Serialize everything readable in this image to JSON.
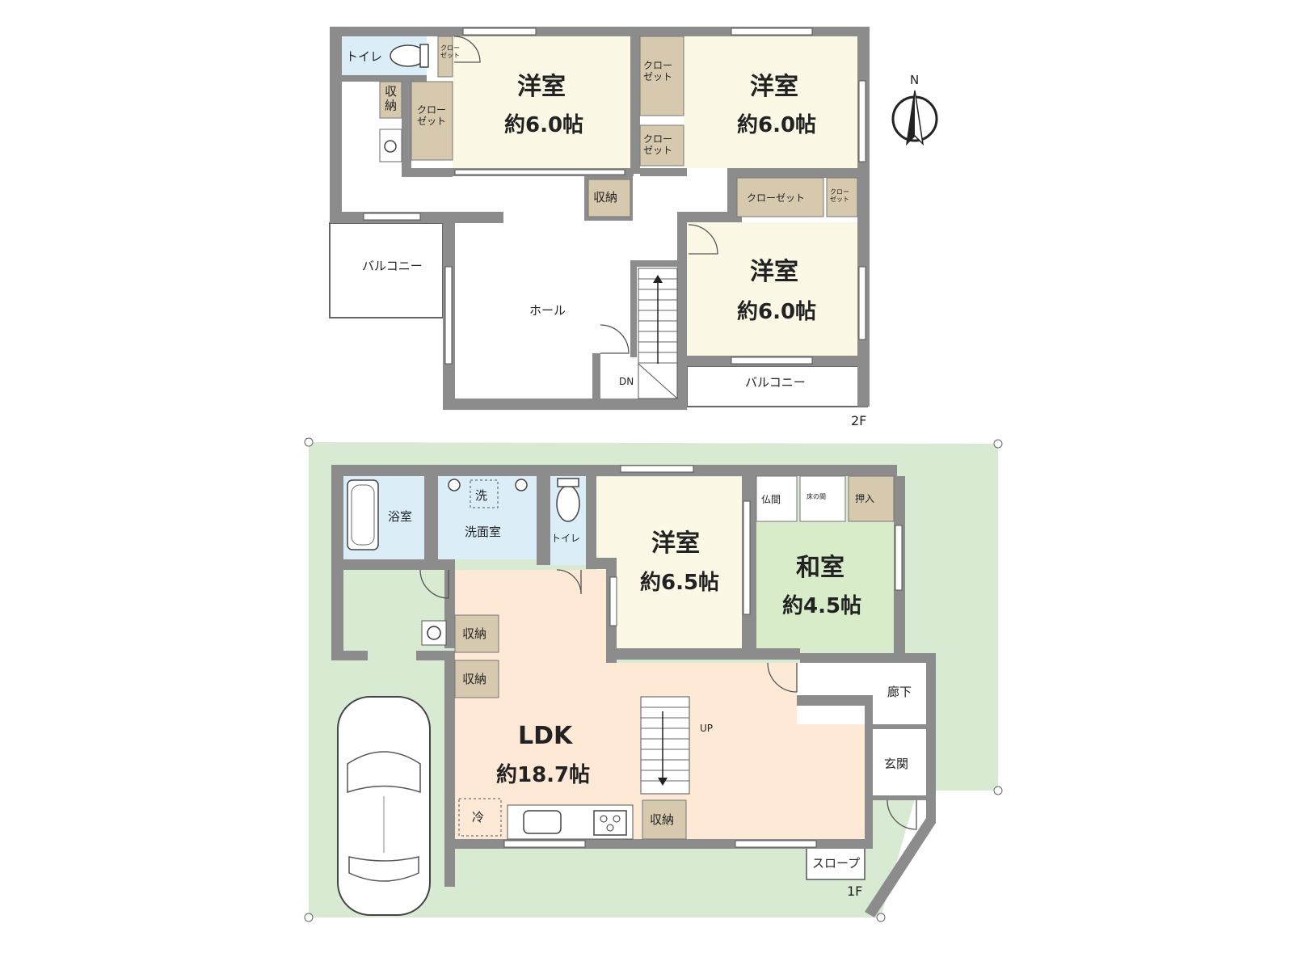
{
  "compass": {
    "north": "N"
  },
  "floor2": {
    "floor_label": "2F",
    "rooms": {
      "toilet": "トイレ",
      "closet_small_1": "クロー\nゼット",
      "storage_left": "収\n納",
      "closet_tall": "クロー\nゼット",
      "western_1_name": "洋室",
      "western_1_size": "約6.0帖",
      "closet_b1": "クロー\nゼット",
      "closet_b2": "クロー\nゼット",
      "western_2_name": "洋室",
      "western_2_size": "約6.0帖",
      "storage_mid": "収納",
      "closet_wide": "クローゼット",
      "closet_small_2": "クロー\nゼット",
      "balcony_left": "バルコニー",
      "hall": "ホール",
      "western_3_name": "洋室",
      "western_3_size": "約6.0帖",
      "stairs_dn": "DN",
      "balcony_right": "バルコニー"
    }
  },
  "floor1": {
    "floor_label": "1F",
    "rooms": {
      "bath": "浴室",
      "washroom": "洗面室",
      "washer": "洗",
      "toilet": "トイレ",
      "western_name": "洋室",
      "western_size": "約6.5帖",
      "butsuma": "仏間",
      "tokonoma": "床の間",
      "oshiire": "押入",
      "japanese_name": "和室",
      "japanese_size": "約4.5帖",
      "storage_1": "収納",
      "storage_2": "収納",
      "ldk_name": "LDK",
      "ldk_size": "約18.7帖",
      "fridge": "冷",
      "storage_3": "収納",
      "stairs_up": "UP",
      "corridor": "廊下",
      "entrance": "玄関",
      "slope": "スロープ"
    }
  },
  "colors": {
    "lot": "#d9ead3",
    "wall": "#8c8c8c",
    "western": "#fbf8e6",
    "japanese": "#d9ecc9",
    "ldk": "#fde9d6",
    "wet": "#dbeef8",
    "storage": "#d6c9ae",
    "white": "#ffffff"
  }
}
